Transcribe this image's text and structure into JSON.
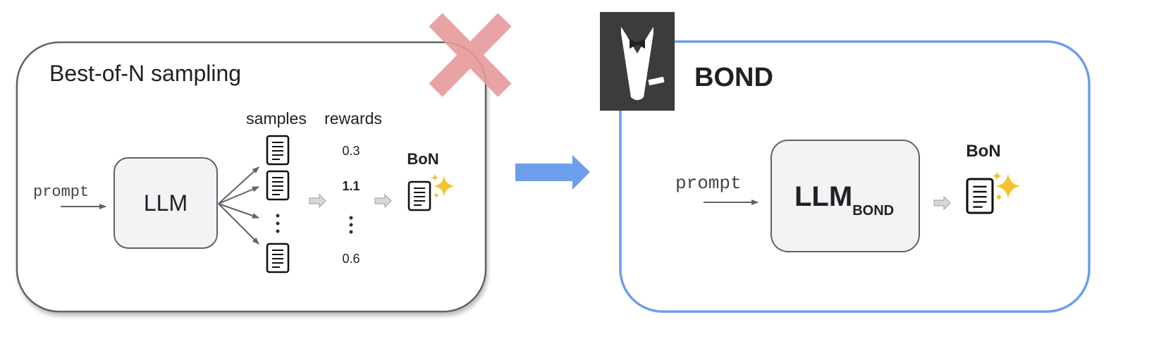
{
  "left_panel": {
    "title": "Best-of-N sampling",
    "prompt_label": "prompt",
    "model_label": "LLM",
    "samples_header": "samples",
    "rewards_header": "rewards",
    "rewards": [
      "0.3",
      "1.1",
      "0.6"
    ],
    "highlighted_reward": "1.1",
    "output_label": "BoN",
    "status": "crossed-out"
  },
  "right_panel": {
    "title": "BOND",
    "prompt_label": "prompt",
    "model_label": "LLM",
    "model_subscript": "BOND",
    "output_label": "BoN",
    "logo_icon": "tuxedo-icon"
  },
  "icons": {
    "cross": "cross-icon",
    "transition_arrow": "arrow-right-icon",
    "document": "document-icon",
    "sparkle": "sparkle-icon"
  },
  "colors": {
    "left_border": "#5f6368",
    "right_border": "#6d9eeb",
    "box_fill": "#f1f3f4",
    "cross": "#e89a9b",
    "transition_arrow": "#6d9eeb",
    "logo_bg": "#3c3c3c",
    "sparkle": "#f4c430",
    "small_arrow": "#c7c9cc"
  }
}
